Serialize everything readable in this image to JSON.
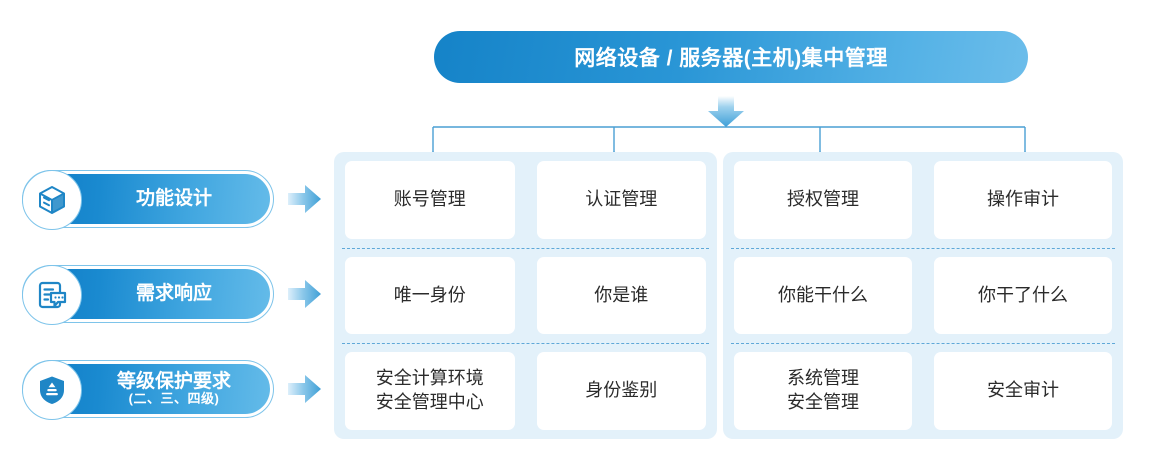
{
  "title": {
    "text": "网络设备 / 服务器(主机)集中管理"
  },
  "colors": {
    "banner_start": "#1583c8",
    "banner_end": "#6cbdea",
    "panel_bg": "#e3f1fa",
    "card_bg": "#ffffff",
    "connector": "#4a9fd4",
    "dot": "#1f86c6",
    "divider": "#5fa8d8",
    "pill_start": "#0f7bc4",
    "pill_end": "#64bbe9",
    "text_dark": "#2b2b2b"
  },
  "rail": {
    "items": [
      {
        "label": "功能设计",
        "sub": "",
        "icon": "cube-icon",
        "arrow": "right-arrow-icon"
      },
      {
        "label": "需求响应",
        "sub": "",
        "icon": "document-chat-icon",
        "arrow": "right-arrow-icon"
      },
      {
        "label": "等级保护要求",
        "sub": "(二、三、四级)",
        "icon": "shield-icon",
        "arrow": "right-arrow-icon"
      }
    ]
  },
  "matrix": {
    "columns": [
      {
        "header": "账号管理",
        "cells": [
          "账号管理",
          "唯一身份",
          "安全计算环境\n安全管理中心"
        ]
      },
      {
        "header": "认证管理",
        "cells": [
          "认证管理",
          "你是谁",
          "身份鉴别"
        ]
      },
      {
        "header": "授权管理",
        "cells": [
          "授权管理",
          "你能干什么",
          "系统管理\n安全管理"
        ]
      },
      {
        "header": "操作审计",
        "cells": [
          "操作审计",
          "你干了什么",
          "安全审计"
        ]
      }
    ]
  }
}
